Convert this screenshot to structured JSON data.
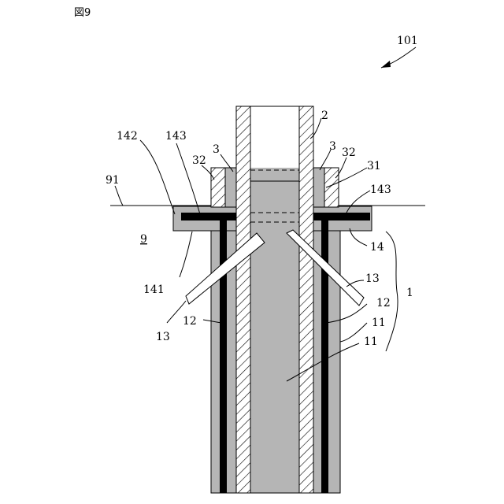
{
  "figure": {
    "title": "図9",
    "colors": {
      "body_gray": "#b5b5b5",
      "bar_black": "#000000",
      "line": "#000000",
      "background": "#ffffff"
    },
    "labels": {
      "l101": "101",
      "l2": "2",
      "l3_left": "3",
      "l3_right": "3",
      "l32_left": "32",
      "l32_right": "32",
      "l31": "31",
      "l142": "142",
      "l143_left": "143",
      "l143_right": "143",
      "l91": "91",
      "l9": "9",
      "l14": "14",
      "l141": "141",
      "l13_left": "13",
      "l13_right": "13",
      "l12_left": "12",
      "l12_right": "12",
      "l11_a": "11",
      "l11_b": "11",
      "l1": "1"
    }
  }
}
